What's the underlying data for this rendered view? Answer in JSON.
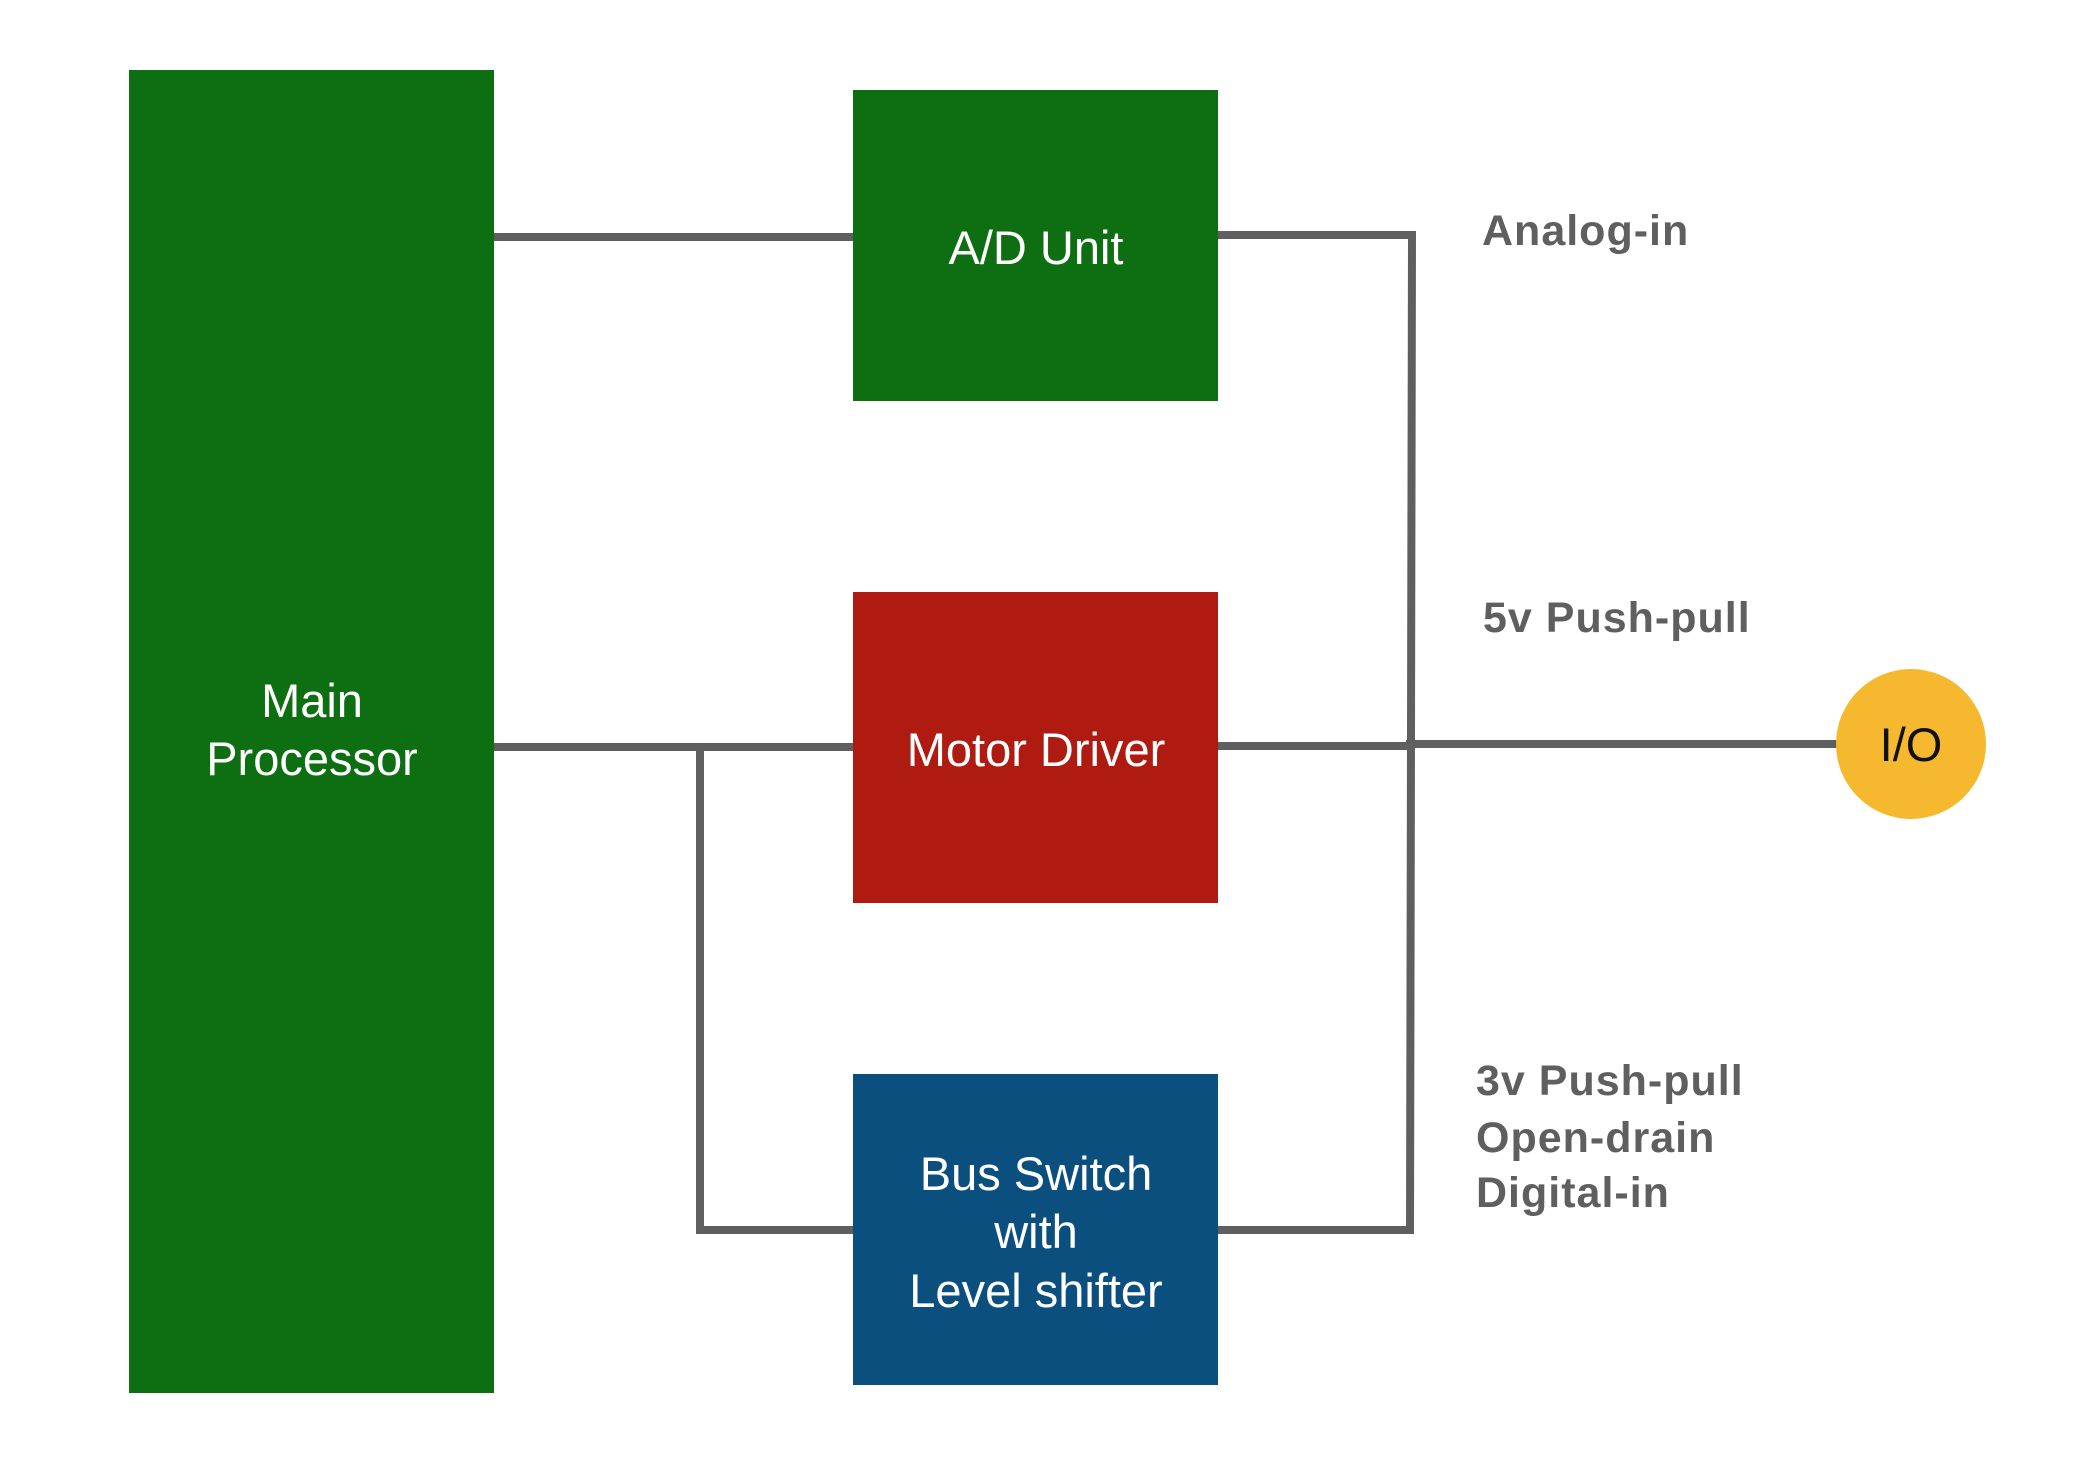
{
  "diagram": {
    "type": "block-diagram",
    "blocks": {
      "main_processor": {
        "lines": [
          "Main",
          "Processor"
        ],
        "color": "#0e6e12"
      },
      "ad_unit": {
        "lines": [
          "A/D Unit"
        ],
        "color": "#0e6e12"
      },
      "motor_driver": {
        "lines": [
          "Motor Driver"
        ],
        "color": "#b01b11"
      },
      "bus_switch": {
        "lines": [
          "Bus Switch",
          "with",
          "Level shifter"
        ],
        "color": "#0b4f7f"
      }
    },
    "io_node": {
      "label": "I/O",
      "color": "#f5b82e"
    },
    "signal_labels": {
      "analog": [
        "Analog-in"
      ],
      "push_pull_5v": [
        "5v Push-pull"
      ],
      "digital": [
        "3v Push-pull",
        "Open-drain",
        "Digital-in"
      ]
    },
    "connections": [
      {
        "from": "Main Processor",
        "to": "A/D Unit"
      },
      {
        "from": "Main Processor",
        "to": "Motor Driver"
      },
      {
        "from": "Main Processor",
        "to": "Bus Switch with Level shifter"
      },
      {
        "from": "A/D Unit",
        "to": "I/O",
        "signal": "Analog-in"
      },
      {
        "from": "Motor Driver",
        "to": "I/O",
        "signal": "5v Push-pull"
      },
      {
        "from": "Bus Switch with Level shifter",
        "to": "I/O",
        "signal": "3v Push-pull / Open-drain / Digital-in"
      }
    ],
    "wire_color": "#5f5f5f",
    "label_color": "#5f5f5f"
  }
}
